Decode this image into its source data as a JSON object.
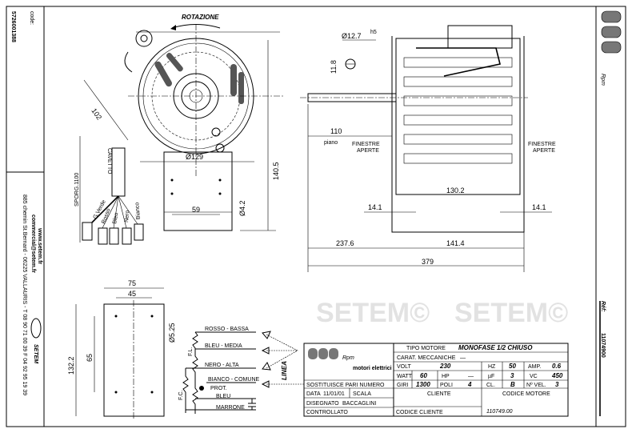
{
  "left_strip": {
    "code_label": "code:",
    "code": "5726001388",
    "website": "www.setem.fr",
    "email": "commercial@setem.fr",
    "address": "885 chemin St.Bernard - 06225 VALLAURIS - T 08 90 71 00 39  F 04 92 95 19 39",
    "logo_text": "SETEM"
  },
  "right_strip": {
    "brand": "Rpm",
    "ref_label": "Réf:",
    "ref": "11074900"
  },
  "watermark": "SETEM©",
  "front_view": {
    "rotation": "ROTAZIONE",
    "dim_102": "102",
    "dim_129": "Ø129",
    "dim_59": "59",
    "dim_42": "Ø4.2",
    "dim_1405": "140.5",
    "cable": "CAVETTO",
    "sporg": "SPORG.1100",
    "wires": [
      "G.Verde",
      "Rosso",
      "Bleu",
      "Nero",
      "Bianco"
    ]
  },
  "side_view": {
    "shaft": "Ø12.7",
    "tol": "h5",
    "dim_118": "11.8",
    "dim_110": "110",
    "piano": "piano",
    "windows_left": [
      "FINESTRE",
      "APERTE"
    ],
    "windows_right": [
      "FINESTRE",
      "APERTE"
    ],
    "dim_1302": "130.2",
    "dim_141a": "14.1",
    "dim_141b": "14.1",
    "dim_2376": "237.6",
    "dim_1414": "141.4",
    "dim_379": "379"
  },
  "bracket_view": {
    "dim_75": "75",
    "dim_45": "45",
    "dim_65": "65",
    "dim_1322": "132.2",
    "dim_525": "Ø5.25"
  },
  "wiring": {
    "w1": "ROSSO - BASSA",
    "w2": "BLEU - MEDIA",
    "w3": "NERO - ALTA",
    "w4": "BIANCO - COMUNE",
    "prot": "PROT.",
    "bleu": "BLEU",
    "marrone": "MARRONE",
    "fl": "F.L.",
    "fc": "F.C.",
    "linea": "LINEA"
  },
  "title_block": {
    "brand": "Rpm",
    "brand_sub": "motori elettrici",
    "tipo_label": "TIPO MOTORE",
    "tipo": "MONOFASE 1/2 CHIUSO",
    "carat_label": "CARAT. MECCANICHE",
    "carat": "—",
    "volt_label": "VOLT",
    "volt": "230",
    "hz_label": "HZ",
    "hz": "50",
    "amp_label": "AMP.",
    "amp": "0.6",
    "watt_label": "WATT",
    "watt": "60",
    "hp_label": "HP",
    "hp": "—",
    "uf_label": "µF",
    "uf": "3",
    "vc_label": "VC",
    "vc": "450",
    "giri_label": "GIRI",
    "giri": "1300",
    "poli_label": "POLI",
    "poli": "4",
    "cl_label": "CL.",
    "cl": "B",
    "vel_label": "Nº VEL.",
    "vel": "3",
    "sost_label": "SOSTITUISCE PARI NUMERO",
    "data_label": "DATA",
    "data": "11/01/01",
    "scala_label": "SCALA",
    "disegnato_label": "DISEGNATO",
    "disegnato": "BACCAGLINI",
    "controllato_label": "CONTROLLATO",
    "cliente_label": "CLIENTE",
    "codice_cliente_label": "CODICE CLIENTE",
    "codice_motore_label": "CODICE MOTORE",
    "codice_motore": "110749.00"
  }
}
